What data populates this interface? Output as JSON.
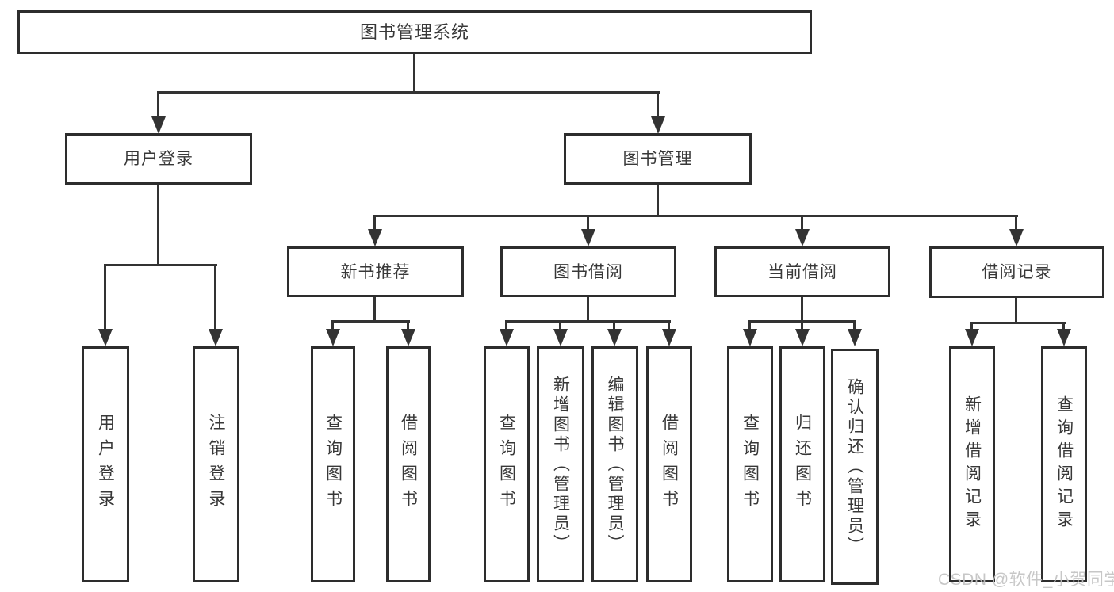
{
  "diagram": {
    "tree": {
      "root": {
        "label": "图书管理系统"
      },
      "level2": [
        {
          "label": "用户登录",
          "children": [
            {
              "label": "用户登录"
            },
            {
              "label": "注销登录"
            }
          ]
        },
        {
          "label": "图书管理",
          "children": [
            {
              "label": "新书推荐",
              "children": [
                {
                  "label": "查询图书"
                },
                {
                  "label": "借阅图书"
                }
              ]
            },
            {
              "label": "图书借阅",
              "children": [
                {
                  "label": "查询图书"
                },
                {
                  "label": "新增图书（管理员）"
                },
                {
                  "label": "编辑图书（管理员）"
                },
                {
                  "label": "借阅图书"
                }
              ]
            },
            {
              "label": "当前借阅",
              "children": [
                {
                  "label": "查询图书"
                },
                {
                  "label": "归还图书"
                },
                {
                  "label": "确认归还（管理员）"
                }
              ]
            },
            {
              "label": "借阅记录",
              "children": [
                {
                  "label": "新增借阅记录"
                },
                {
                  "label": "查询借阅记录"
                }
              ]
            }
          ]
        }
      ]
    },
    "watermark": {
      "text": "CSDN @软件_小贺同学",
      "color": "#c3c3c3"
    },
    "colors": {
      "background": "#ffffff",
      "box_fill": "#ffffff",
      "box_border": "#2d2d2d",
      "line": "#333333",
      "text": "#383838"
    }
  }
}
